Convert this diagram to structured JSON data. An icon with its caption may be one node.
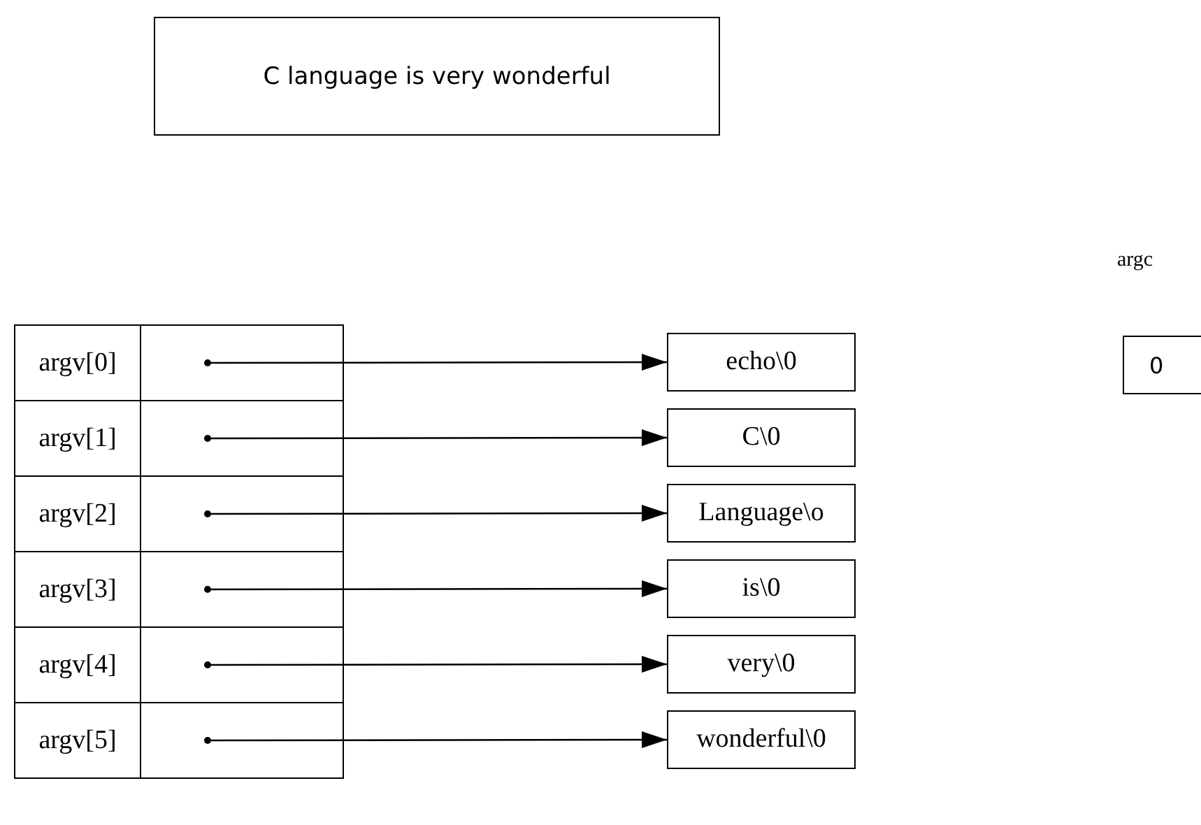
{
  "diagram": {
    "nodes": [
      {
        "text": [
          "C language is very wonderful"
        ]
      },
      {
        "text": [
          "argv[0]"
        ]
      },
      {
        "text": [],
        "shape": "circle"
      },
      {
        "text": [
          "echo\\0"
        ]
      },
      {
        "text": [
          "argv[1]"
        ]
      },
      {
        "text": [],
        "shape": "circle"
      },
      {
        "text": [
          "C\\0"
        ]
      },
      {
        "text": [
          "argv[2]"
        ]
      },
      {
        "text": [],
        "shape": "circle"
      },
      {
        "text": [
          "Language\\o"
        ]
      },
      {
        "text": [
          "argv[3]"
        ]
      },
      {
        "text": [],
        "shape": "circle"
      },
      {
        "text": [
          "is\\0"
        ]
      },
      {
        "text": [
          "argv[4]"
        ]
      },
      {
        "text": [],
        "shape": "circle"
      },
      {
        "text": [
          "very\\0"
        ]
      },
      {
        "text": [
          "argv[5]"
        ]
      },
      {
        "text": [],
        "shape": "circle"
      },
      {
        "text": [
          "wonderful\\0"
        ]
      },
      {
        "text": [
          "argc",
          "0"
        ]
      }
    ],
    "edges": [
      {
        "from": 2,
        "to": 3,
        "arrow": "to"
      },
      {
        "from": 5,
        "to": 6,
        "arrow": "to"
      },
      {
        "from": 8,
        "to": 9,
        "arrow": "to"
      },
      {
        "from": 11,
        "to": 12,
        "arrow": "to"
      },
      {
        "from": 14,
        "to": 15,
        "arrow": "to"
      },
      {
        "from": 17,
        "to": 18,
        "arrow": "to"
      }
    ]
  }
}
